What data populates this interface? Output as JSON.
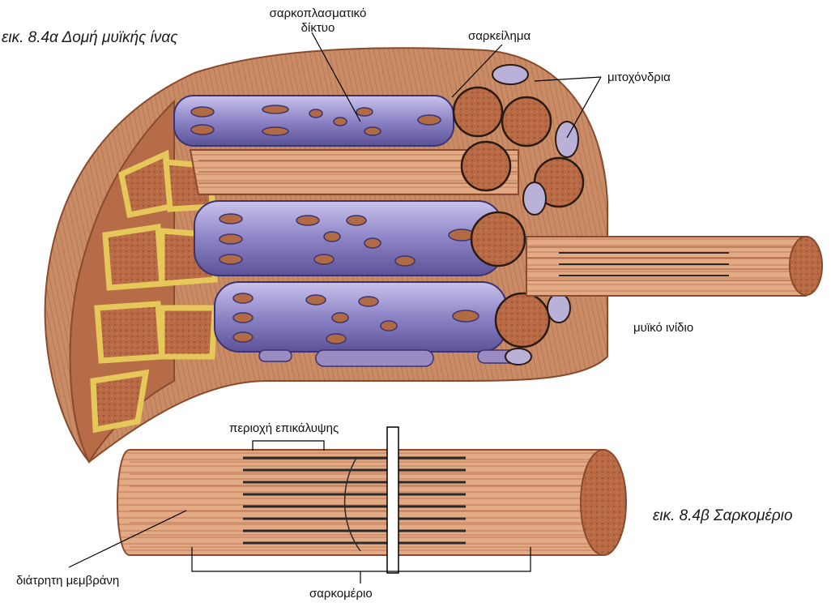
{
  "figure_a": {
    "caption": "εικ. 8.4α Δομή μυϊκής ίνας",
    "labels": {
      "sarcoplasmic_reticulum_line1": "σαρκοπλασματικό",
      "sarcoplasmic_reticulum_line2": "δίκτυο",
      "sarcolemma": "σαρκείλημα",
      "mitochondria": "μιτοχόνδρια",
      "myofibril": "μυϊκό ινίδιο"
    }
  },
  "figure_b": {
    "caption": "εικ. 8.4β  Σαρκομέριο",
    "labels": {
      "overlap_region": "περιοχή επικάλυψης",
      "perforated_membrane": "διάτρητη μεμβράνη",
      "sarcomere": "σαρκομέριο"
    }
  },
  "colors": {
    "muscle": "#c8825e",
    "muscle_dark": "#8a4a2e",
    "fibril_end": "#b5663f",
    "reticulum": "#8e86c4",
    "reticulum_dark": "#4b3f80",
    "network": "#e6c75a",
    "filament": "#2a2a2a"
  }
}
